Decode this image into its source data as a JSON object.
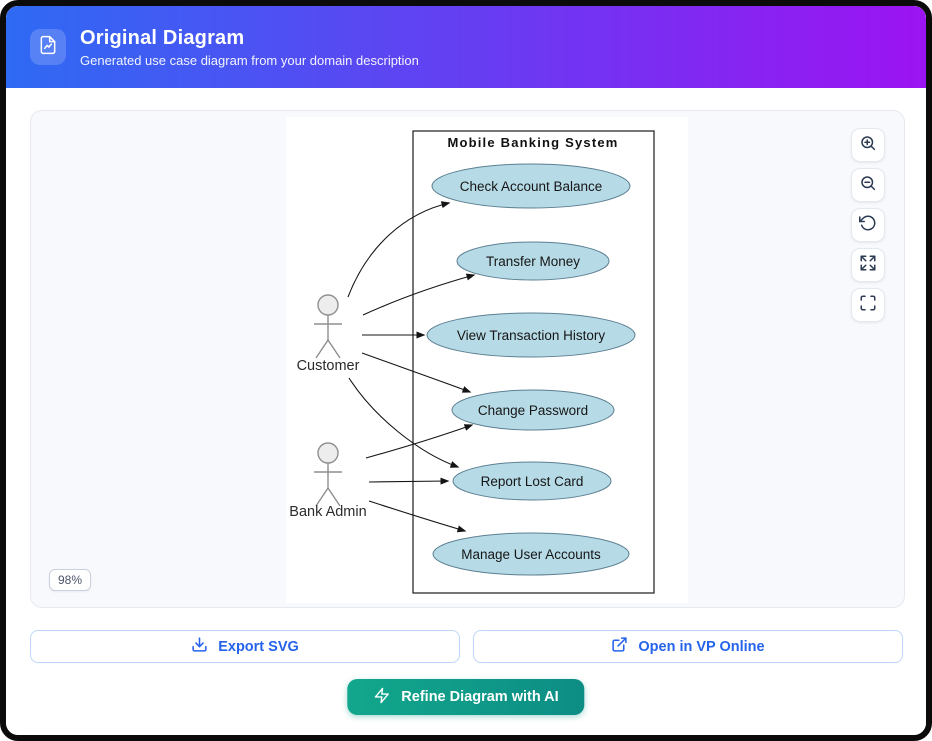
{
  "header": {
    "title": "Original Diagram",
    "subtitle": "Generated use case diagram from your domain description",
    "icon": "document-chart-icon"
  },
  "canvas": {
    "zoom_level": "98%",
    "toolbar_buttons": [
      "zoom-in",
      "zoom-out",
      "reset-view",
      "expand",
      "fullscreen"
    ]
  },
  "diagram": {
    "system_title": "Mobile Banking System",
    "actors": [
      {
        "name": "Customer"
      },
      {
        "name": "Bank Admin"
      }
    ],
    "use_cases": [
      "Check Account Balance",
      "Transfer Money",
      "View Transaction History",
      "Change Password",
      "Report Lost Card",
      "Manage User Accounts"
    ],
    "associations": [
      {
        "from": "Customer",
        "to": "Check Account Balance"
      },
      {
        "from": "Customer",
        "to": "Transfer Money"
      },
      {
        "from": "Customer",
        "to": "View Transaction History"
      },
      {
        "from": "Customer",
        "to": "Change Password"
      },
      {
        "from": "Customer",
        "to": "Report Lost Card"
      },
      {
        "from": "Bank Admin",
        "to": "Change Password"
      },
      {
        "from": "Bank Admin",
        "to": "Report Lost Card"
      },
      {
        "from": "Bank Admin",
        "to": "Manage User Accounts"
      }
    ]
  },
  "actions": {
    "export_svg": "Export SVG",
    "open_vp_online": "Open in VP Online",
    "refine_ai": "Refine Diagram with AI"
  },
  "theme": {
    "header_gradient_start": "#2e6af3",
    "header_gradient_end": "#9c13f2",
    "accent_blue": "#2563eb",
    "refine_teal_start": "#12a78c",
    "refine_teal_end": "#0d8d85",
    "usecase_fill": "#b6dbe7",
    "usecase_stroke": "#5c7f91",
    "actor_stroke": "#8f8f8f",
    "edge_color": "#151515"
  }
}
